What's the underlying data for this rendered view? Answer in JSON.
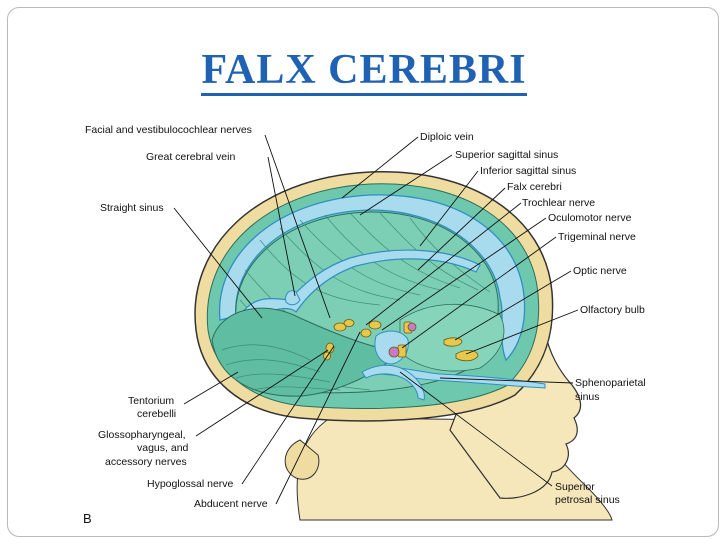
{
  "slide": {
    "title": "FALX CEREBRI",
    "title_color": "#1f62b3"
  },
  "figure": {
    "panel_letter": "B",
    "colors": {
      "skin": "#f6e7bb",
      "bone": "#efdca0",
      "dura": "#6ec8ad",
      "sinus": "#a9dbef",
      "sinus_edge": "#2f8fc0",
      "nerve": "#e8c84a"
    },
    "labels": {
      "facial_vestibulocochlear": "Facial and vestibulocochlear nerves",
      "great_cerebral_vein": "Great cerebral vein",
      "straight_sinus": "Straight sinus",
      "diploic_vein": "Diploic vein",
      "superior_sagittal_sinus": "Superior sagittal sinus",
      "inferior_sagittal_sinus": "Inferior sagittal sinus",
      "falx_cerebri": "Falx cerebri",
      "trochlear_nerve": "Trochlear nerve",
      "oculomotor_nerve": "Oculomotor nerve",
      "trigeminal_nerve": "Trigeminal nerve",
      "optic_nerve": "Optic nerve",
      "olfactory_bulb": "Olfactory bulb",
      "sphenoparietal_1": "Sphenoparietal",
      "sphenoparietal_2": "sinus",
      "tentorium_1": "Tentorium",
      "tentorium_2": "cerebelli",
      "glosso_1": "Glossopharyngeal,",
      "glosso_2": "vagus, and",
      "glosso_3": "accessory nerves",
      "hypoglossal_nerve": "Hypoglossal nerve",
      "abducent_nerve": "Abducent nerve",
      "superior_petrosal_1": "Superior",
      "superior_petrosal_2": "petrosal sinus"
    }
  }
}
